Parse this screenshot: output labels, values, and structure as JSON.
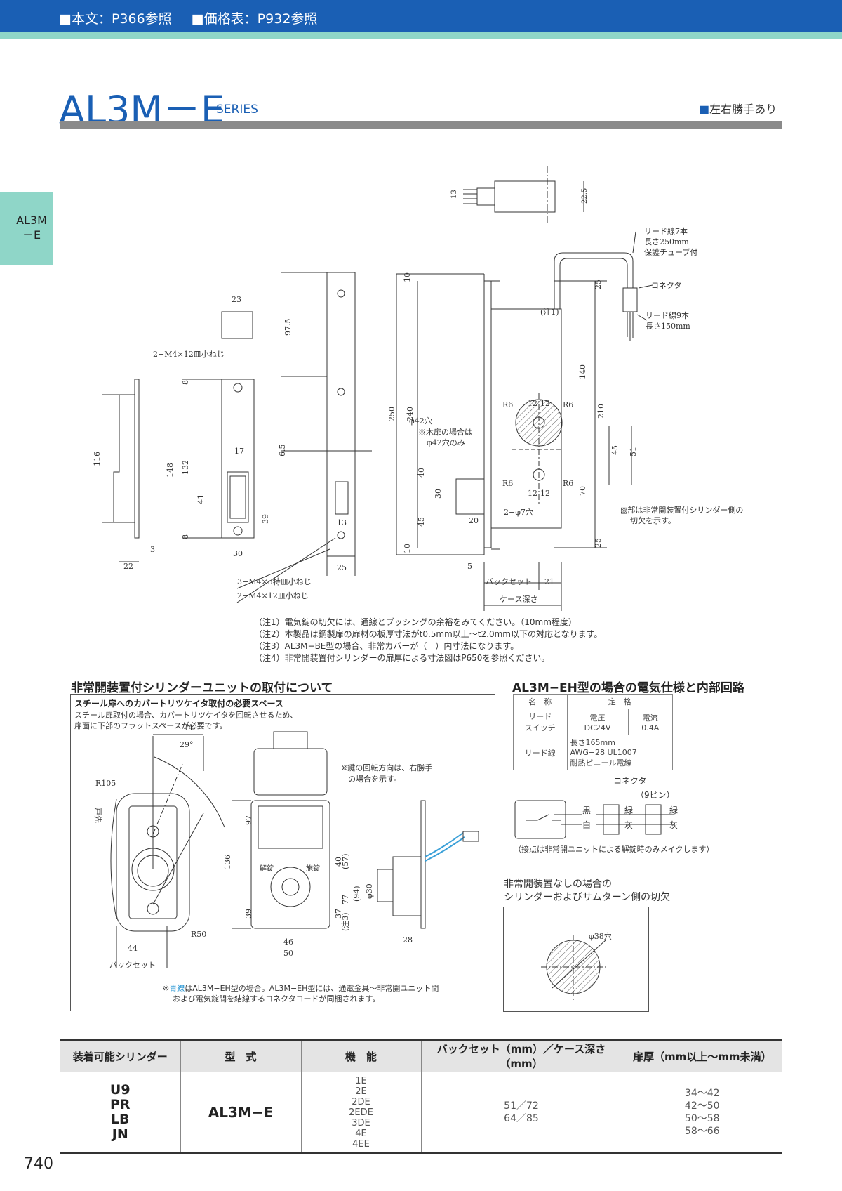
{
  "header": {
    "ref_text": "■本文：P366参照",
    "price_ref": "■価格表：P932参照"
  },
  "title": {
    "main": "AL3M－E",
    "series": "SERIES",
    "hand_note_marker": "■",
    "hand_note": "左右勝手あり"
  },
  "side_tab": {
    "line1": "AL3M",
    "line2": "－E"
  },
  "drawing_labels": {
    "lead7": "リード線7本",
    "len250": "長さ250mm",
    "tube": "保護チューブ付",
    "connector": "コネクタ",
    "lead9": "リード線9本",
    "len150": "長さ150mm",
    "note1_tag": "(注1)",
    "screw1": "2−M4×12皿小ねじ",
    "screw2": "3−M4×5特皿小ねじ",
    "screw3": "2−M4×12皿小ねじ",
    "hole42": "φ42穴",
    "wood_note1": "※木扉の場合は",
    "wood_note2": "φ42穴のみ",
    "hole7": "2−φ7穴",
    "hatch_note1": "▨部は非常開装置付シリンダー側の",
    "hatch_note2": "切欠を示す。",
    "backset": "バックセット",
    "case_depth": "ケース深さ",
    "dims": {
      "d13": "13",
      "d22_5": "22.5",
      "d23": "23",
      "d97_5": "97.5",
      "d8a": "8",
      "d8b": "8",
      "d148": "148",
      "d132": "132",
      "d116": "116",
      "d17": "17",
      "d6_5": "6.5",
      "d41": "41",
      "d39": "39",
      "d30": "30",
      "d3": "3",
      "d22": "22",
      "d25a": "25",
      "d13b": "13",
      "d250": "250",
      "d240": "240",
      "d10a": "10",
      "d10b": "10",
      "d40": "40",
      "d30b": "30",
      "d45": "45",
      "d20": "20",
      "d5": "5",
      "d21": "21",
      "r6a": "R6",
      "r6b": "R6",
      "r6c": "R6",
      "r6d": "R6",
      "d12a": "12",
      "d12b": "12",
      "d12c": "12",
      "d12d": "12",
      "d25b": "25",
      "d140": "140",
      "d210": "210",
      "d45b": "45",
      "d51": "51",
      "d70": "70",
      "d25c": "25"
    }
  },
  "notes": [
    "（注1）電気錠の切欠には、通線とブッシングの余裕をみてください。（10mm程度）",
    "（注2）本製品は鋼製扉の扉材の板厚寸法がt0.5mm以上～t2.0mm以下の対応となります。",
    "（注3）AL3M−BE型の場合、非常カバーが（　）内寸法になります。",
    "（注4）非常開装置付シリンダーの扉厚による寸法図はP650を参照ください。"
  ],
  "section_left": {
    "heading": "非常開装置付シリンダーユニットの取付について",
    "box_title": "スチール扉へのカバートリツケイタ取付の必要スペース",
    "box_desc1": "スチール扉取付の場合、カバートリツケイタを回転させるため、",
    "box_desc2": "扉面に下部のフラットスペースが必要です。",
    "rotation_note1": "※鍵の回転方向は、右勝手",
    "rotation_note2": "の場合を示す。",
    "labels": {
      "r105": "R105",
      "door_edge": "戸先",
      "d71": "71",
      "a29": "29°",
      "r50": "R50",
      "d44": "44",
      "backset": "バックセット",
      "d97": "97",
      "d136": "136",
      "d39": "39",
      "d40": "40",
      "d57": "(57)",
      "d77": "77",
      "d94": "(94)",
      "d37": "37",
      "note3": "(注3)",
      "d46": "46",
      "d50": "50",
      "phi30": "φ30",
      "d28": "28",
      "unlock": "解錠",
      "lock": "施錠"
    },
    "blue_word": "青線",
    "footnote_a": "※",
    "footnote_b": "はAL3M−EH型の場合。AL3M−EH型には、通電金具〜非常開ユニット間",
    "footnote_c": "および電気錠間を結線するコネクタコードが同梱されます。"
  },
  "section_right": {
    "heading": "AL3M−EH型の場合の電気仕様と内部回路",
    "spec_table": {
      "h_name": "名　称",
      "h_rating": "定　格",
      "r1_name1": "リード",
      "r1_name2": "スイッチ",
      "r1_v1": "電圧",
      "r1_v2": "DC24V",
      "r1_a1": "電流",
      "r1_a2": "0.4A",
      "r2_name": "リード線",
      "r2_val1": "長さ165mm",
      "r2_val2": "AWG−28 UL1007",
      "r2_val3": "耐熱ビニール電線"
    },
    "connector": "コネクタ",
    "pins": "（9ピン）",
    "wire_black": "黒",
    "wire_white": "白",
    "wire_green1": "緑",
    "wire_gray1": "灰",
    "wire_green2": "緑",
    "wire_gray2": "灰",
    "contact_note": "（接点は非常開ユニットによる解錠時のみメイクします）",
    "no_device1": "非常開装置なしの場合の",
    "no_device2": "シリンダーおよびサムターン側の切欠",
    "hole38": "φ38穴"
  },
  "product_table": {
    "headers": [
      "装着可能シリンダー",
      "型　式",
      "機　能",
      "バックセット（mm）／ケース深さ（mm）",
      "扉厚（mm以上～mm未満）"
    ],
    "cylinders": [
      "U9",
      "PR",
      "LB",
      "JN"
    ],
    "model": "AL3M−E",
    "functions": [
      "1E",
      "2E",
      "2DE",
      "2EDE",
      "3DE",
      "4E",
      "4EE"
    ],
    "backsets": [
      "51／72",
      "64／85"
    ],
    "thickness": [
      "34～42",
      "42～50",
      "50～58",
      "58～66"
    ]
  },
  "page_number": "740",
  "colors": {
    "brand_blue": "#1a5fb4",
    "mint": "#8fd6c8",
    "rule_gray": "#8a8a8a"
  }
}
